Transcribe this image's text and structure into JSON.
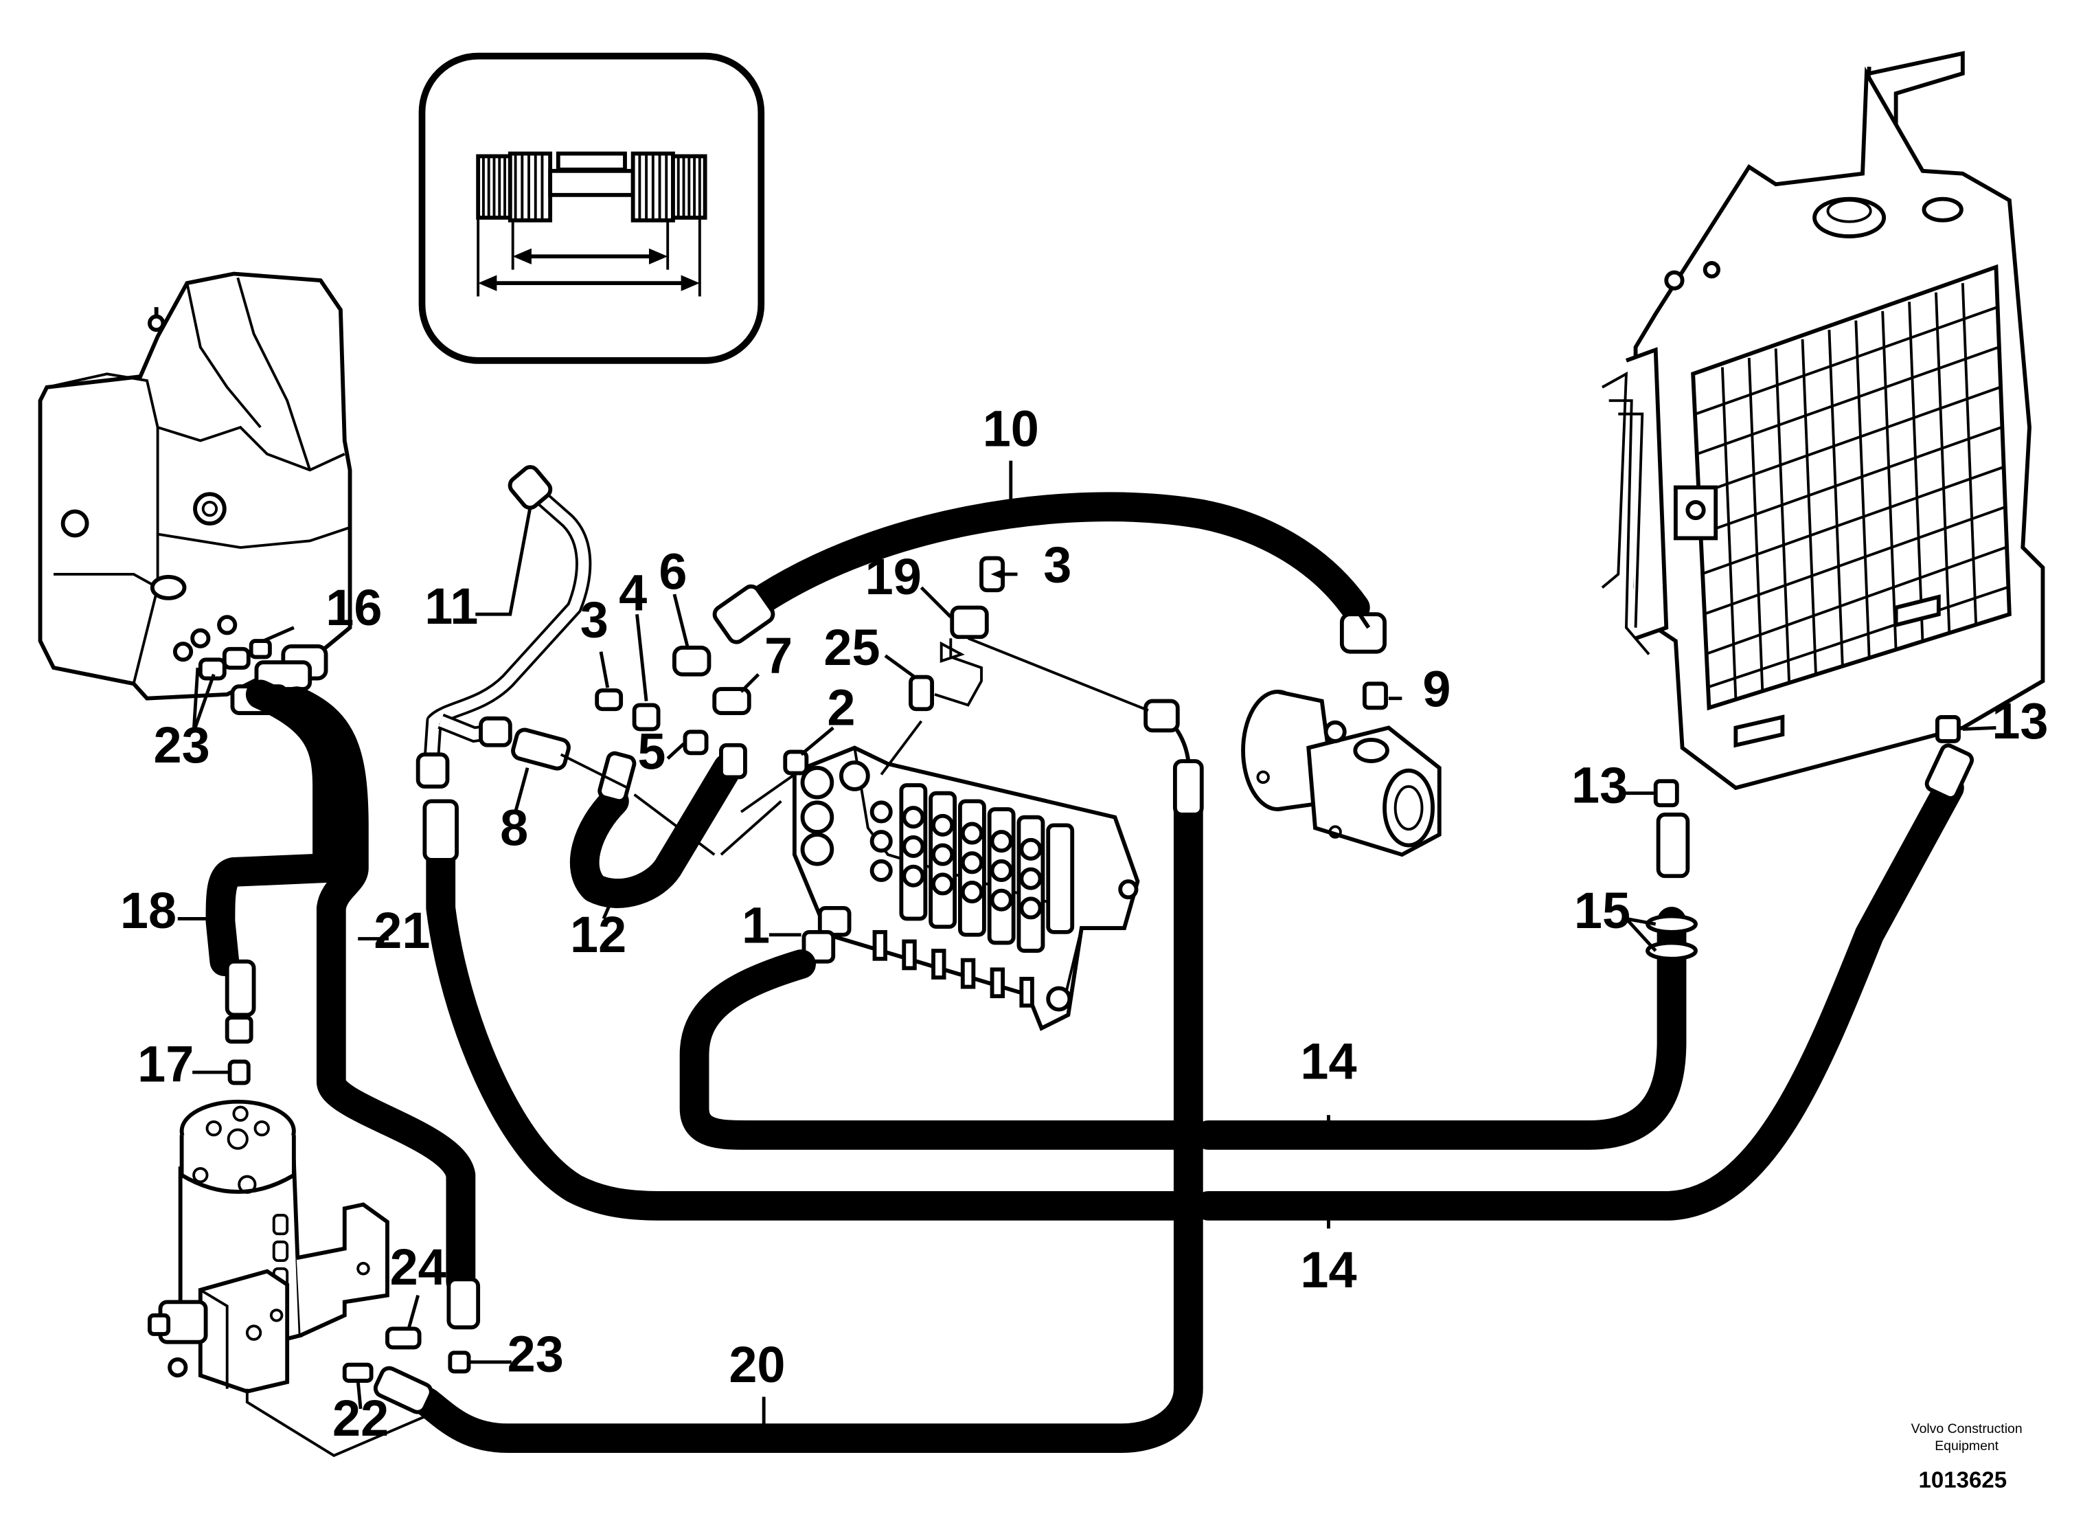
{
  "callouts": [
    {
      "id": "c1",
      "label": "1"
    },
    {
      "id": "c2",
      "label": "2"
    },
    {
      "id": "c3a",
      "label": "3"
    },
    {
      "id": "c3b",
      "label": "3"
    },
    {
      "id": "c4",
      "label": "4"
    },
    {
      "id": "c5",
      "label": "5"
    },
    {
      "id": "c6",
      "label": "6"
    },
    {
      "id": "c7",
      "label": "7"
    },
    {
      "id": "c8",
      "label": "8"
    },
    {
      "id": "c9",
      "label": "9"
    },
    {
      "id": "c10",
      "label": "10"
    },
    {
      "id": "c11",
      "label": "11"
    },
    {
      "id": "c12",
      "label": "12"
    },
    {
      "id": "c13a",
      "label": "13"
    },
    {
      "id": "c13b",
      "label": "13"
    },
    {
      "id": "c14a",
      "label": "14"
    },
    {
      "id": "c14b",
      "label": "14"
    },
    {
      "id": "c15",
      "label": "15"
    },
    {
      "id": "c16",
      "label": "16"
    },
    {
      "id": "c17",
      "label": "17"
    },
    {
      "id": "c18",
      "label": "18"
    },
    {
      "id": "c19",
      "label": "19"
    },
    {
      "id": "c20",
      "label": "20"
    },
    {
      "id": "c21",
      "label": "21"
    },
    {
      "id": "c22",
      "label": "22"
    },
    {
      "id": "c23a",
      "label": "23"
    },
    {
      "id": "c23b",
      "label": "23"
    },
    {
      "id": "c24",
      "label": "24"
    },
    {
      "id": "c25",
      "label": "25"
    }
  ],
  "footer": {
    "brand_line1": "Volvo Construction",
    "brand_line2": "Equipment",
    "drawing_number": "1013625"
  }
}
